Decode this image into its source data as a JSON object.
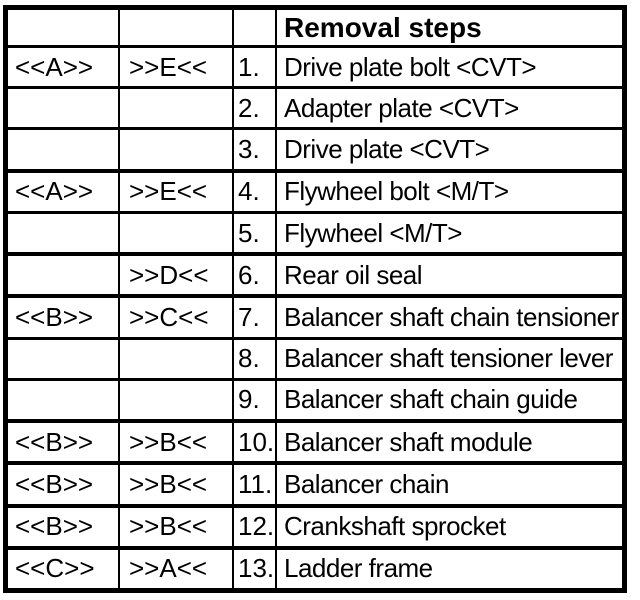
{
  "colors": {
    "ink": "#000000",
    "paper": "#ffffff"
  },
  "table": {
    "header": {
      "title": "Removal steps"
    },
    "rows": [
      {
        "marker1": "<<A>>",
        "marker2": ">>E<<",
        "number": "1.",
        "description": "Drive plate bolt <CVT>"
      },
      {
        "marker1": "",
        "marker2": "",
        "number": "2.",
        "description": "Adapter plate <CVT>"
      },
      {
        "marker1": "",
        "marker2": "",
        "number": "3.",
        "description": "Drive plate <CVT>"
      },
      {
        "marker1": "<<A>>",
        "marker2": ">>E<<",
        "number": "4.",
        "description": "Flywheel bolt <M/T>"
      },
      {
        "marker1": "",
        "marker2": "",
        "number": "5.",
        "description": "Flywheel <M/T>"
      },
      {
        "marker1": "",
        "marker2": ">>D<<",
        "number": "6.",
        "description": "Rear oil seal"
      },
      {
        "marker1": "<<B>>",
        "marker2": ">>C<<",
        "number": "7.",
        "description": "Balancer shaft chain tensioner"
      },
      {
        "marker1": "",
        "marker2": "",
        "number": "8.",
        "description": "Balancer shaft tensioner lever"
      },
      {
        "marker1": "",
        "marker2": "",
        "number": "9.",
        "description": "Balancer shaft chain guide"
      },
      {
        "marker1": "<<B>>",
        "marker2": ">>B<<",
        "number": "10.",
        "description": "Balancer shaft module"
      },
      {
        "marker1": "<<B>>",
        "marker2": ">>B<<",
        "number": "11.",
        "description": "Balancer chain"
      },
      {
        "marker1": "<<B>>",
        "marker2": ">>B<<",
        "number": "12.",
        "description": "Crankshaft sprocket"
      },
      {
        "marker1": "<<C>>",
        "marker2": ">>A<<",
        "number": "13.",
        "description": "Ladder frame"
      }
    ]
  }
}
